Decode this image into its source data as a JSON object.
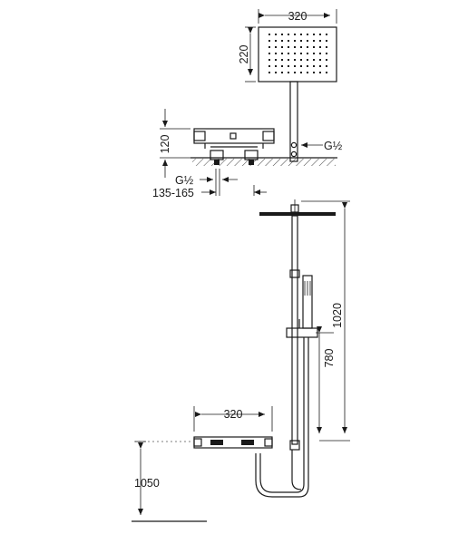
{
  "dimensions": {
    "head_width": "320",
    "head_height": "220",
    "valve_height": "120",
    "inlet_thread_right": "G½",
    "inlet_thread_bottom": "G½",
    "connection_spacing": "135-165",
    "rail_height": "1020",
    "holder_height": "780",
    "valve_width": "320",
    "mount_height": "1050"
  },
  "colors": {
    "line": "#1a1a1a",
    "background": "#ffffff"
  }
}
